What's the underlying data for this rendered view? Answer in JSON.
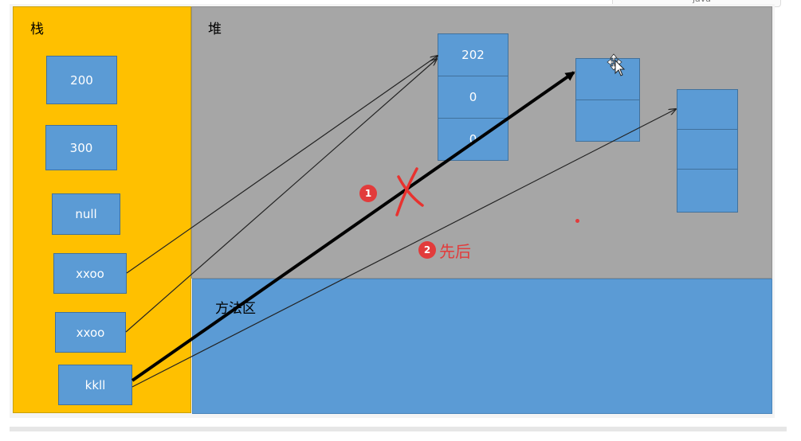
{
  "header": {
    "tab_text": "java"
  },
  "areas": {
    "stack_label": "栈",
    "heap_label": "堆",
    "method_label": "方法区"
  },
  "stack": {
    "items": [
      "200",
      "300",
      "null",
      "xxoo",
      "xxoo",
      "kkll"
    ]
  },
  "heap": {
    "object1": {
      "slots": [
        "202",
        "0",
        "0"
      ]
    },
    "object2": {
      "slots": [
        "",
        ""
      ]
    },
    "object3": {
      "slots": [
        "",
        "",
        ""
      ]
    }
  },
  "annotations": {
    "badge1": "1",
    "badge2": "2",
    "note": "先后"
  },
  "colors": {
    "stack": "#ffc000",
    "heap": "#a6a6a6",
    "method": "#5b9bd5",
    "annotation": "#e23b3b"
  }
}
